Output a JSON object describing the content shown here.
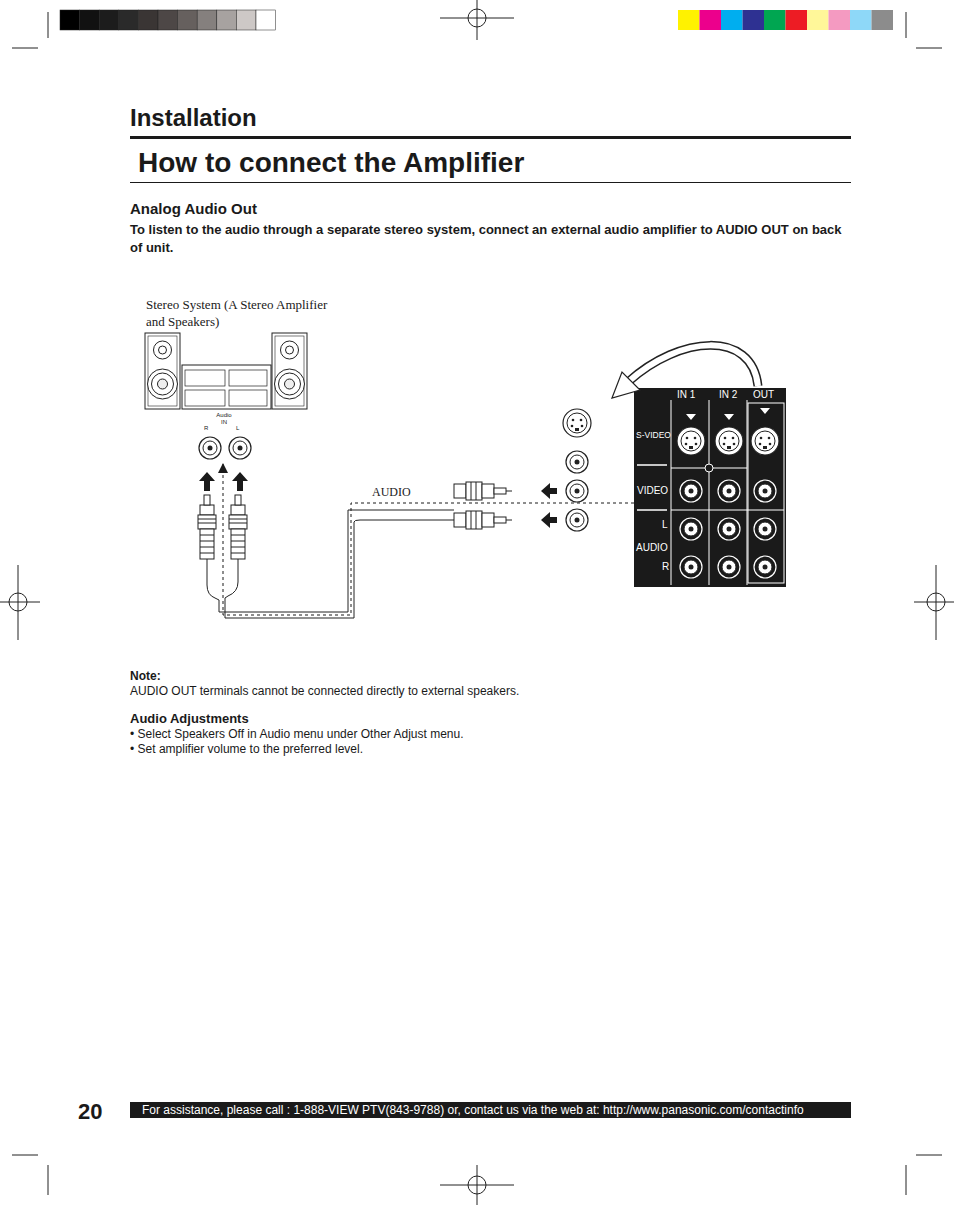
{
  "diagram": {
    "title": "How to connect the Amplifier",
    "nodes": [
      {
        "text": [
          "Stereo System (A Stereo Amplifier and Speakers)"
        ]
      },
      {
        "text": [
          "IN 1",
          "IN 2",
          "OUT",
          "S-VIDEO",
          "VIDEO",
          "L",
          "AUDIO",
          "R"
        ]
      }
    ],
    "edges": [
      {
        "from": 1,
        "to": 0,
        "arrow": "to",
        "label": "AUDIO"
      }
    ],
    "labels": [
      "Installation",
      "Analog Audio Out",
      "To listen to the audio through a separate stereo system, connect an external audio amplifier to AUDIO OUT on back of unit.",
      "Audio IN",
      "R",
      "L",
      "Note:",
      "AUDIO OUT terminals cannot be connected directly to external speakers.",
      "Audio Adjustments",
      "• Select Speakers Off in Audio menu under Other Adjust menu.",
      "• Set amplifier volume to the preferred level.",
      "20",
      "For assistance, please call : 1-888-VIEW PTV(843-9788) or, contact us via the web at: http://www.panasonic.com/contactinfo"
    ]
  }
}
